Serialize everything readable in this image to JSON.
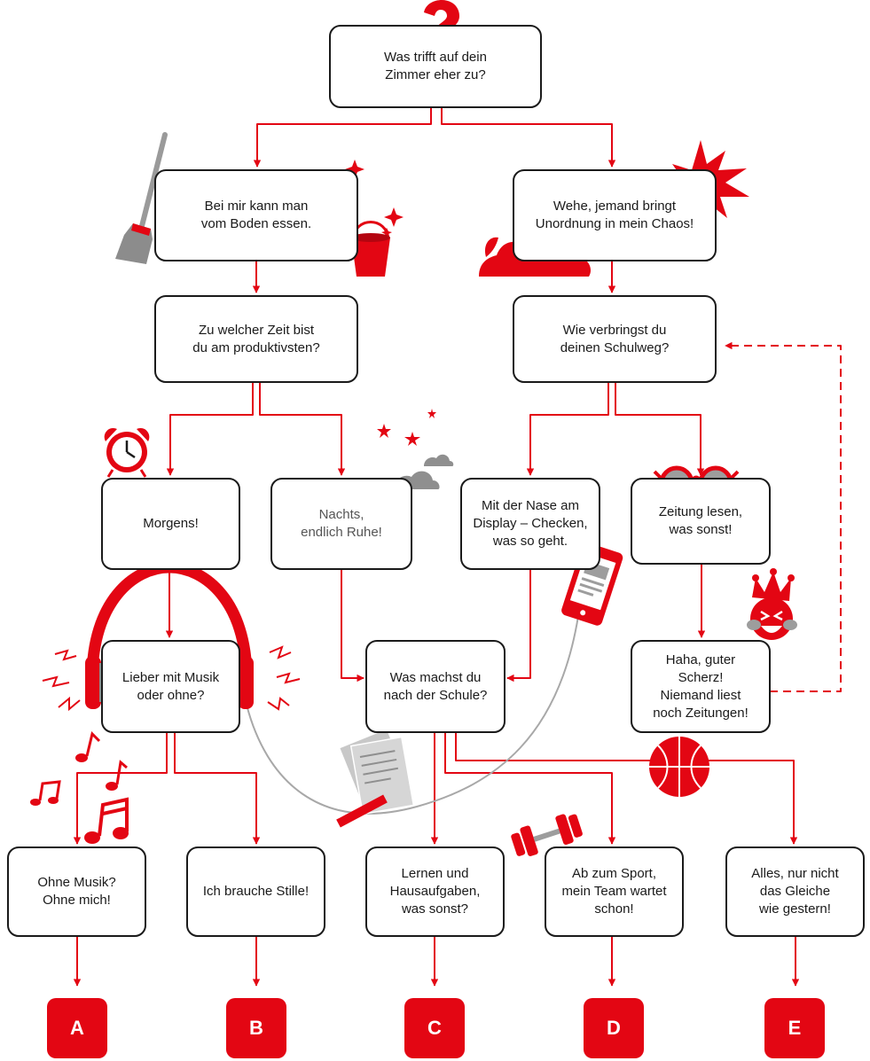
{
  "colors": {
    "accent": "#e30613",
    "stroke": "#1a1a1a",
    "grey": "#9a9a9a"
  },
  "start_icon": "question-mark-icon",
  "nodes": {
    "q_zimmer": "Was trifft auf dein\nZimmer eher zu?",
    "a_sauber": "Bei mir kann man\nvom Boden essen.",
    "a_chaos": "Wehe, jemand bringt\nUnordnung in mein Chaos!",
    "q_zeit": "Zu welcher Zeit bist\ndu am produktivsten?",
    "q_schulweg": "Wie verbringst du\ndeinen Schulweg?",
    "a_morgens": "Morgens!",
    "a_nachts": "Nachts,\nendlich Ruhe!",
    "a_display": "Mit der Nase am\nDisplay – Checken,\nwas so geht.",
    "a_zeitung": "Zeitung lesen,\nwas sonst!",
    "a_haha": "Haha, guter\nScherz!\nNiemand liest\nnoch Zeitungen!",
    "q_musik": "Lieber mit Musik\noder ohne?",
    "q_schule": "Was machst du\nnach der Schule?",
    "a_ohne_musik": "Ohne Musik?\nOhne mich!",
    "a_stille": "Ich brauche Stille!",
    "a_lernen": "Lernen und\nHausaufgaben,\nwas sonst?",
    "a_sport": "Ab zum Sport,\nmein Team wartet\nschon!",
    "a_alles": "Alles, nur nicht\ndas Gleiche\nwie gestern!"
  },
  "results": [
    "A",
    "B",
    "C",
    "D",
    "E"
  ],
  "icons": [
    "broom-icon",
    "sparkle-icon",
    "bucket-icon",
    "explosion-icon",
    "clothes-pile-icon",
    "alarm-clock-icon",
    "moon-icon",
    "stars-icon",
    "cloud-icon",
    "glasses-icon",
    "smartphone-icon",
    "jester-face-icon",
    "headphones-icon",
    "music-notes-icon",
    "papers-pencil-icon",
    "dumbbell-icon",
    "basketball-icon"
  ]
}
